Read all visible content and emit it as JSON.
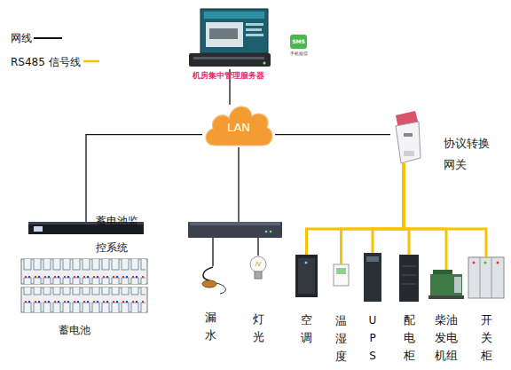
{
  "diagram": {
    "nodes": [
      {
        "text": [
          "机房集中管理服务器"
        ]
      },
      {
        "text": [
          "SMS",
          "手机短信"
        ]
      },
      {
        "text": [
          "LAN"
        ]
      },
      {
        "text": [
          "协议转换网关"
        ]
      },
      {
        "text": [
          "蓄电池监控系统"
        ]
      },
      {
        "text": []
      },
      {
        "text": [
          "蓄电池"
        ]
      },
      {
        "text": [
          "漏水"
        ]
      },
      {
        "text": [
          "灯光"
        ]
      },
      {
        "text": [
          "空调"
        ]
      },
      {
        "text": [
          "温湿度"
        ]
      },
      {
        "text": [
          "UPS"
        ]
      },
      {
        "text": [
          "配电柜"
        ]
      },
      {
        "text": [
          "柴油发电机组"
        ]
      },
      {
        "text": [
          "开关柜"
        ]
      }
    ],
    "edges": [
      {
        "from": 0,
        "to": 2,
        "arrow": "none"
      },
      {
        "from": 2,
        "to": 4,
        "arrow": "none"
      },
      {
        "from": 2,
        "to": 5,
        "arrow": "none"
      },
      {
        "from": 2,
        "to": 3,
        "arrow": "none"
      },
      {
        "from": 5,
        "to": 7,
        "arrow": "none"
      },
      {
        "from": 5,
        "to": 8,
        "arrow": "none"
      },
      {
        "from": 3,
        "to": 9,
        "arrow": "none"
      },
      {
        "from": 3,
        "to": 10,
        "arrow": "none"
      },
      {
        "from": 3,
        "to": 11,
        "arrow": "none"
      },
      {
        "from": 3,
        "to": 12,
        "arrow": "none"
      },
      {
        "from": 3,
        "to": 13,
        "arrow": "none"
      },
      {
        "from": 3,
        "to": 14,
        "arrow": "none"
      }
    ],
    "legend": [
      {
        "text": "网线"
      },
      {
        "text": "RS485 信号线"
      }
    ]
  }
}
